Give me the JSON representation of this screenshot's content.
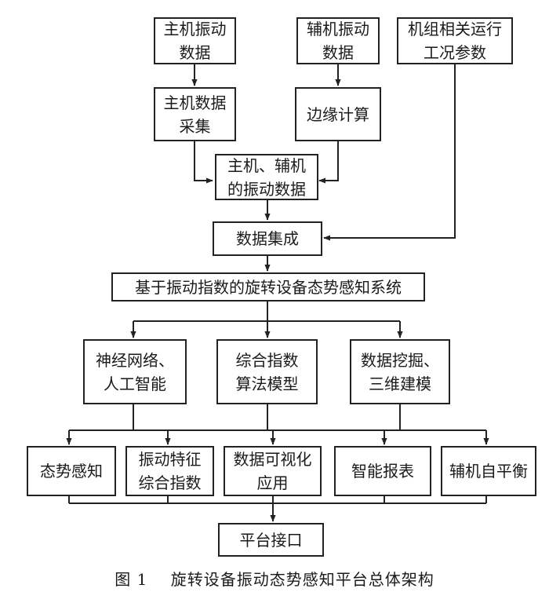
{
  "diagram": {
    "nodes": {
      "host_vibration_data": "主机振动\n数据",
      "aux_vibration_data": "辅机振动\n数据",
      "unit_operating_params": "机组相关运行\n工况参数",
      "host_data_collection": "主机数据\n采集",
      "edge_computing": "边缘计算",
      "host_aux_vibration_data": "主机、辅机\n的振动数据",
      "data_integration": "数据集成",
      "awareness_system": "基于振动指数的旋转设备态势感知系统",
      "neural_ai": "神经网络、\n人工智能",
      "composite_index_model": "综合指数\n算法模型",
      "data_mining_3d": "数据挖掘、\n三维建模",
      "situation_awareness": "态势感知",
      "vibration_feature_index": "振动特征\n综合指数",
      "data_visualization": "数据可视化\n应用",
      "smart_report": "智能报表",
      "aux_self_balance": "辅机自平衡",
      "platform_interface": "平台接口"
    },
    "caption": {
      "figure_no": "图 1",
      "title": "旋转设备振动态势感知平台总体架构"
    }
  }
}
